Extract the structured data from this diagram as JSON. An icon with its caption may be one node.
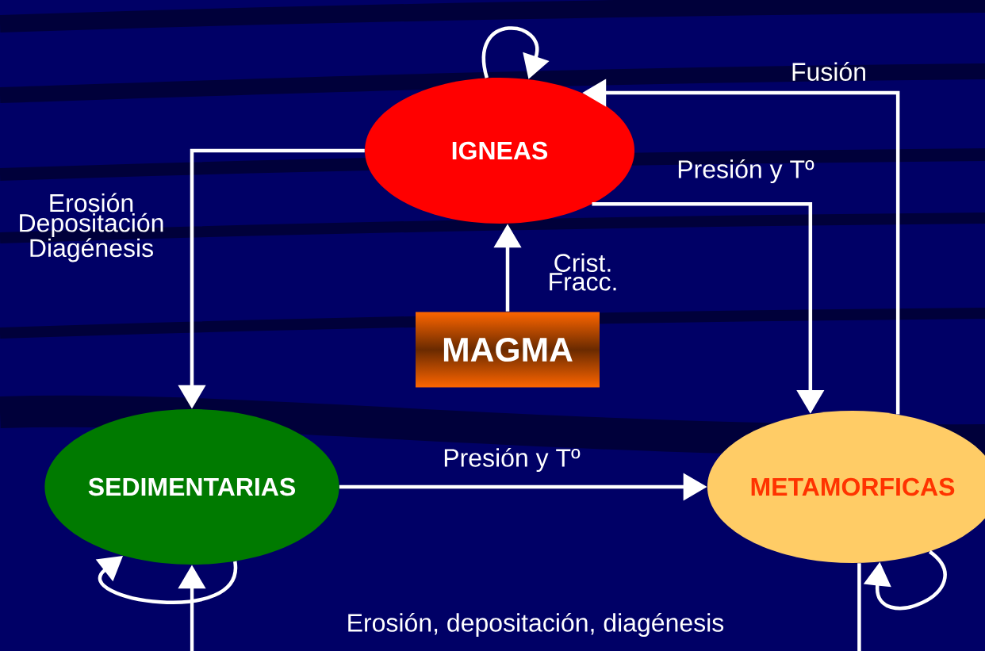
{
  "diagram": {
    "nodes": [
      {
        "text": [
          "IGNEAS"
        ]
      },
      {
        "text": [
          "MAGMA"
        ]
      },
      {
        "text": [
          "SEDIMENTARIAS"
        ]
      },
      {
        "text": [
          "METAMORFICAS"
        ]
      }
    ],
    "edges": [
      {
        "from": 0,
        "to": 2,
        "arrow": "to",
        "label": "Erosión Depositación Diagénesis"
      },
      {
        "from": 1,
        "to": 0,
        "arrow": "to",
        "label": "Crist. Fracc."
      },
      {
        "from": 0,
        "to": 3,
        "arrow": "to",
        "label": "Presión y Tº"
      },
      {
        "from": 3,
        "to": 0,
        "arrow": "to",
        "label": "Fusión"
      },
      {
        "from": 2,
        "to": 3,
        "arrow": "to",
        "label": "Presión y Tº"
      },
      {
        "from": 3,
        "to": 2,
        "arrow": "to",
        "label": "Erosión, depositación, diagénesis"
      },
      {
        "from": 0,
        "to": 0,
        "arrow": "to"
      },
      {
        "from": 2,
        "to": 2,
        "arrow": "to"
      },
      {
        "from": 3,
        "to": 3,
        "arrow": "to"
      }
    ]
  }
}
